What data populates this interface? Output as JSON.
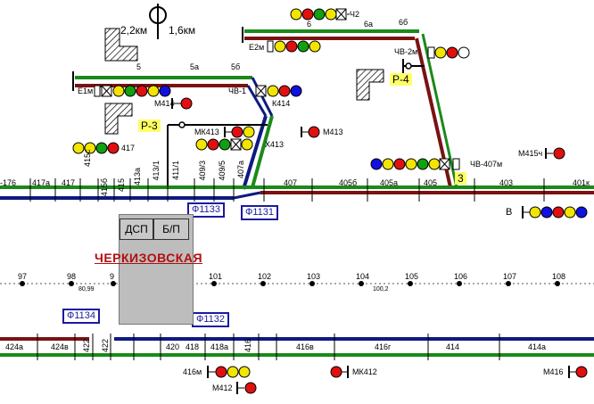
{
  "station": {
    "name": "ЧЕРКИЗОВСКАЯ",
    "dsp": "ДСП",
    "bp": "Б/П"
  },
  "distances": {
    "left": "2,2км",
    "right": "1,6км"
  },
  "feeders": {
    "f1133": "Ф1133",
    "f1131": "Ф1131",
    "f1134": "Ф1134",
    "f1132": "Ф1132"
  },
  "routes": {
    "r3": "Р-3",
    "r4": "Р-4",
    "n3": "3"
  },
  "track_top_sections": {
    "a": "5",
    "b": "5а",
    "c": "5б",
    "d": "6",
    "e": "6а",
    "f": "6б"
  },
  "track_main_sections": [
    "-176",
    "417а",
    "417",
    "415с",
    "415б",
    "415",
    "413а",
    "413/1",
    "411/1",
    "409/3",
    "409/5",
    "407а",
    "407",
    "405б",
    "405а",
    "405",
    "403",
    "401к"
  ],
  "track_bottom_sections": [
    "424а",
    "424в",
    "422",
    "422",
    "420",
    "418",
    "418а",
    "416",
    "416в",
    "416г",
    "414",
    "414а"
  ],
  "km_marks": {
    "k97": "97",
    "k98": "98",
    "k99": "9",
    "k101": "101",
    "k102": "102",
    "k103": "103",
    "k104": "104",
    "k105": "105",
    "k106": "106",
    "k107": "107",
    "k108": "108",
    "sub1": "80,99",
    "sub2": "100,2"
  },
  "signals": {
    "ch2": "Ч2",
    "e2m": "Е2м",
    "ch2m": "ЧВ-2м",
    "e1m": "Е1м",
    "chv1": "ЧВ-1",
    "m414": "М414",
    "k414": "К414",
    "mk413": "МК413",
    "m413": "М413",
    "x413": "Х413",
    "s417": "417",
    "chv407m": "ЧВ-407м",
    "m415ch": "М415ч",
    "v": "В",
    "m416m": "416м",
    "m412": "М412",
    "mk412": "МК412",
    "m416": "М416"
  },
  "colors": {
    "green_track": "#1a8a1a",
    "red_track": "#7a1212",
    "blue_track": "#0d1a80",
    "yellow": "#f2e600",
    "red": "#e01010",
    "green": "#10a010",
    "blue": "#1010e0",
    "label_box": "#1a1aa0",
    "station_name": "#b20f0f"
  }
}
